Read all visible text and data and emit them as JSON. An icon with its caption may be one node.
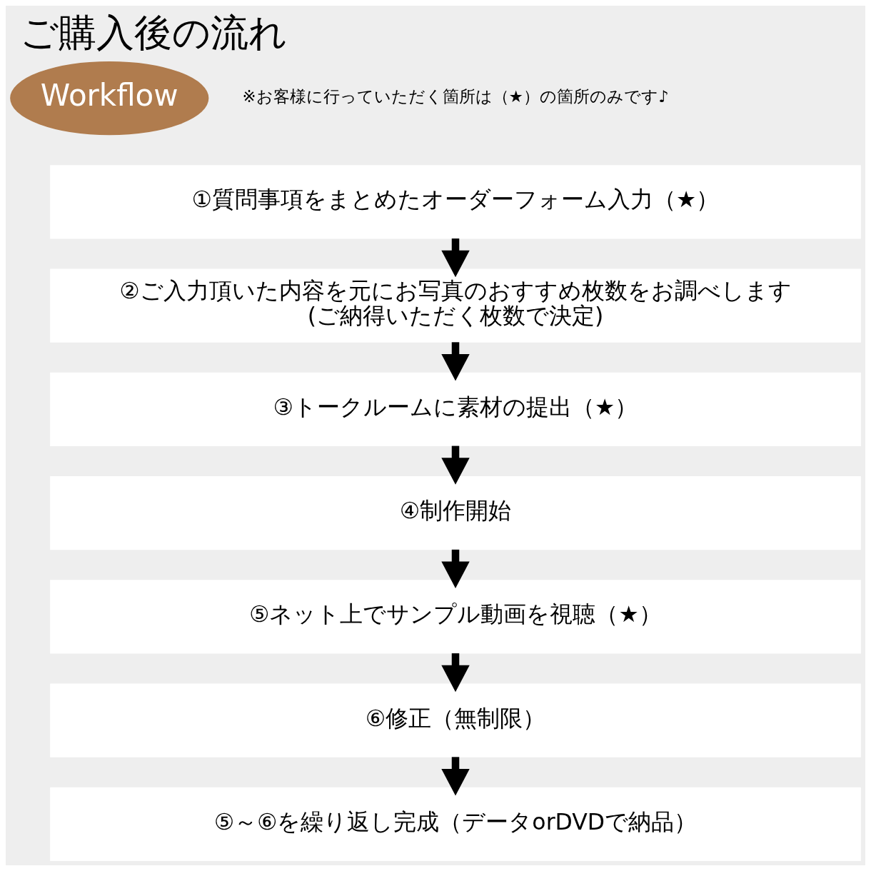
{
  "diagram": {
    "title": "ご購入後の流れ",
    "nodes": [
      {
        "text": [
          "①質問事項をまとめたオーダーフォーム入力（★）"
        ]
      },
      {
        "text": [
          "②ご入力頂いた内容を元にお写真のおすすめ枚数をお調べします",
          "(ご納得いただく枚数で決定)"
        ]
      },
      {
        "text": [
          "③トークルームに素材の提出（★）"
        ]
      },
      {
        "text": [
          "④制作開始"
        ]
      },
      {
        "text": [
          "⑤ネット上でサンプル動画を視聴（★）"
        ]
      },
      {
        "text": [
          "⑥修正（無制限）"
        ]
      },
      {
        "text": [
          "⑤～⑥を繰り返し完成（データorDVDで納品）"
        ]
      }
    ],
    "edges": [
      {
        "from": 0,
        "to": 1,
        "arrow": "to"
      },
      {
        "from": 1,
        "to": 2,
        "arrow": "to"
      },
      {
        "from": 2,
        "to": 3,
        "arrow": "to"
      },
      {
        "from": 3,
        "to": 4,
        "arrow": "to"
      },
      {
        "from": 4,
        "to": 5,
        "arrow": "to"
      },
      {
        "from": 5,
        "to": 6,
        "arrow": "to"
      }
    ],
    "labels": [
      "Workflow",
      "※お客様に行っていただく箇所は（★）の箇所のみです♪"
    ]
  }
}
